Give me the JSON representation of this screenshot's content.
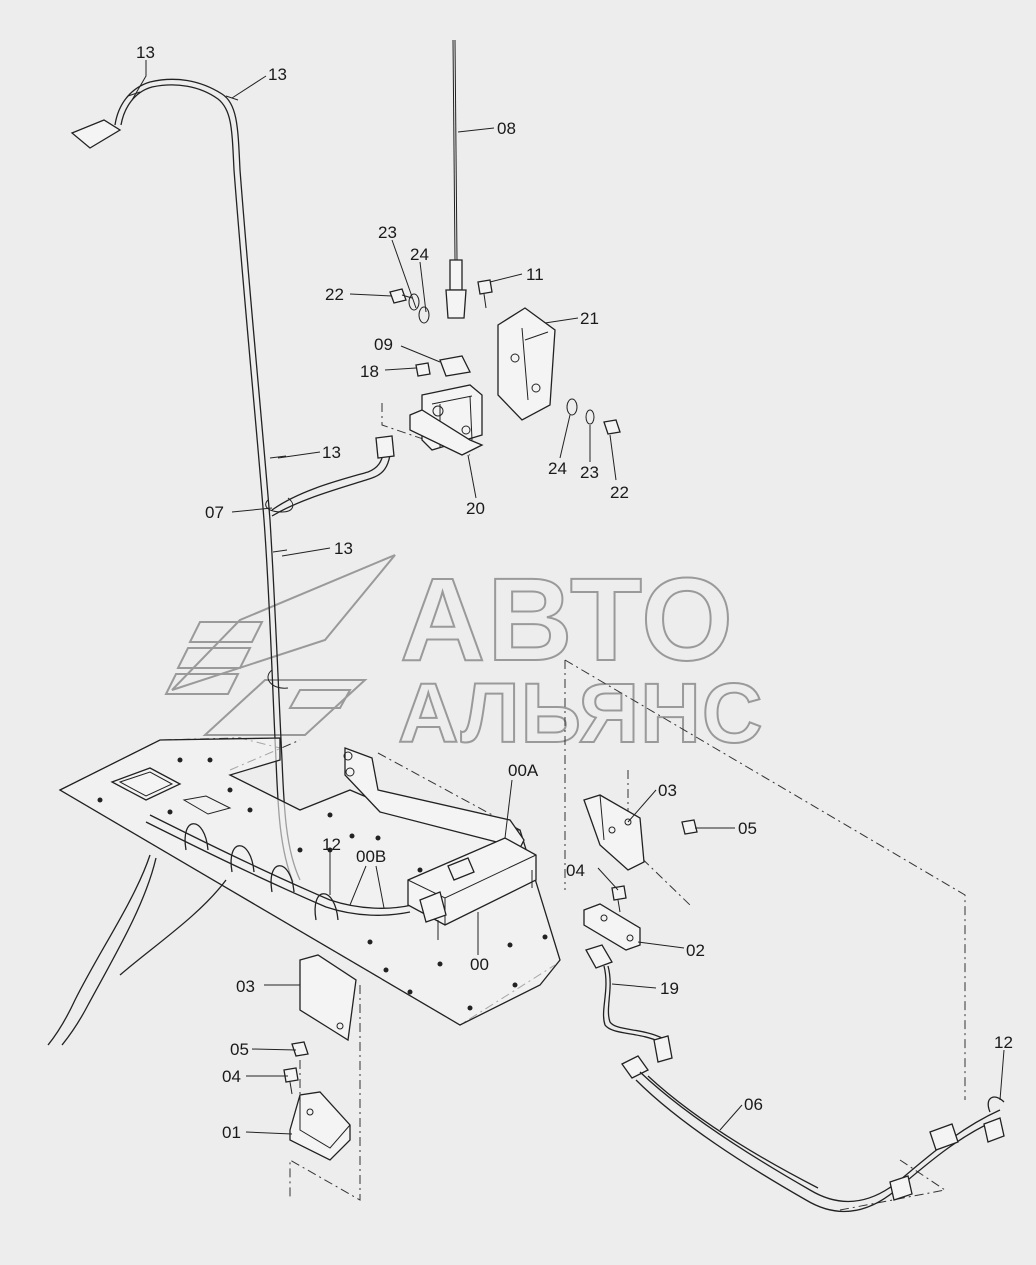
{
  "diagram": {
    "watermark": {
      "line1": "АВТО",
      "line2": "АЛЬЯНС"
    },
    "callouts": {
      "c13a": "13",
      "c13b": "13",
      "c08": "08",
      "c23a": "23",
      "c24a": "24",
      "c22a": "22",
      "c11": "11",
      "c21": "21",
      "c09": "09",
      "c18": "18",
      "c13c": "13",
      "c24b": "24",
      "c23b": "23",
      "c22b": "22",
      "c07": "07",
      "c20": "20",
      "c13d": "13",
      "c00A": "00A",
      "c03a": "03",
      "c05a": "05",
      "c12a": "12",
      "c00B": "00B",
      "c04a": "04",
      "c00": "00",
      "c02": "02",
      "c19": "19",
      "c03b": "03",
      "c05b": "05",
      "c04b": "04",
      "c01": "01",
      "c06": "06",
      "c12b": "12"
    }
  }
}
